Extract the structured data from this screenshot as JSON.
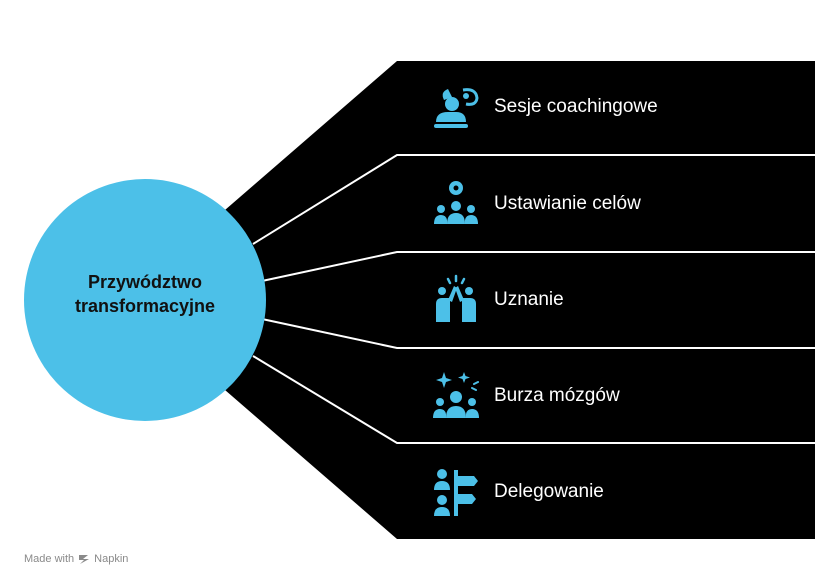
{
  "colors": {
    "accent": "#4cc0e8",
    "panel": "#000000",
    "divider": "#ffffff",
    "text_on_panel": "#ffffff"
  },
  "center": {
    "title_line1": "Przywództwo",
    "title_line2": "transformacyjne"
  },
  "items": [
    {
      "label": "Sesje coachingowe",
      "icon": "coaching-person-icon"
    },
    {
      "label": "Ustawianie celów",
      "icon": "team-goal-icon"
    },
    {
      "label": "Uznanie",
      "icon": "high-five-icon"
    },
    {
      "label": "Burza mózgów",
      "icon": "brainstorm-group-icon"
    },
    {
      "label": "Delegowanie",
      "icon": "delegation-signpost-icon"
    }
  ],
  "footer": {
    "made_with": "Made with",
    "brand": "Napkin"
  }
}
